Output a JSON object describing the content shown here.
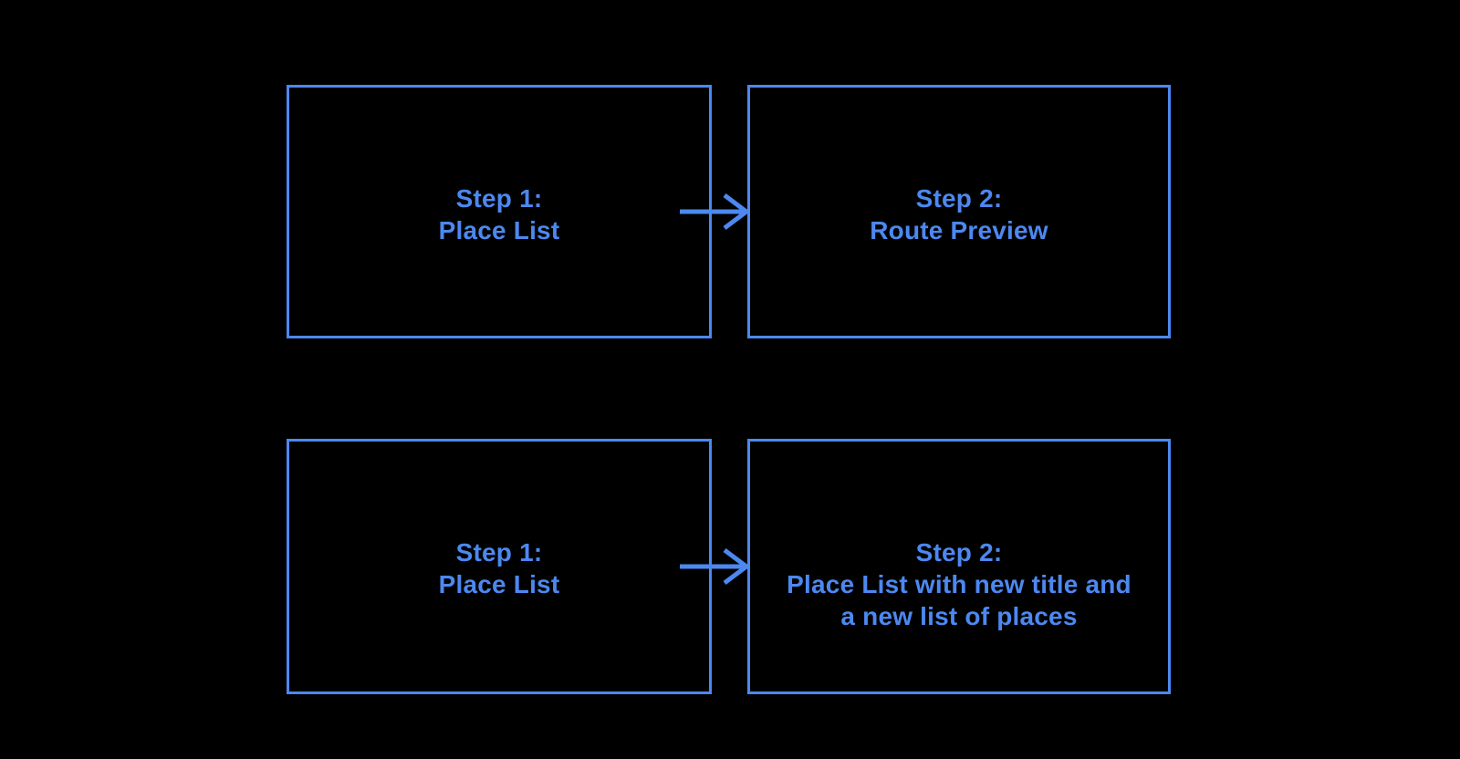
{
  "colors": {
    "background": "#000000",
    "accent": "#4C88F0"
  },
  "flows": [
    {
      "source": {
        "lines": [
          "Step 1:",
          "Place List"
        ]
      },
      "target": {
        "lines": [
          "Step 2:",
          "Route Preview"
        ]
      },
      "connector_icon": "arrow-right-icon"
    },
    {
      "source": {
        "lines": [
          "Step 1:",
          "Place List"
        ]
      },
      "target": {
        "lines": [
          "Step 2:",
          "Place List with new title and",
          "a new list of places"
        ]
      },
      "connector_icon": "arrow-right-icon"
    }
  ]
}
